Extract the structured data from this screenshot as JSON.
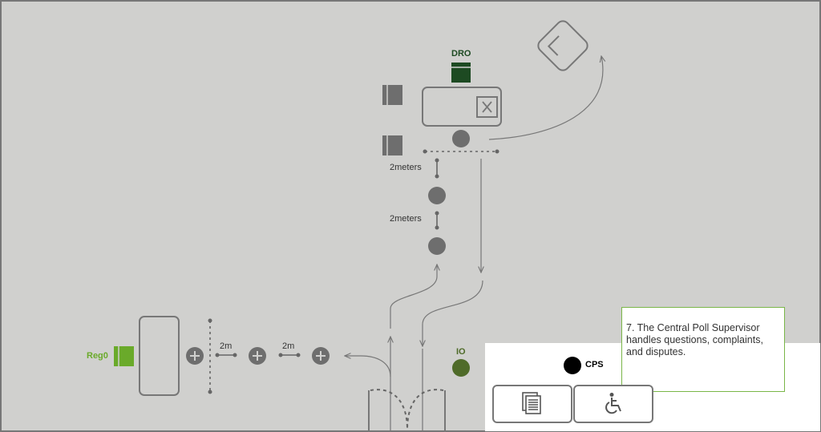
{
  "colors": {
    "floor": "#d0d0ce",
    "border": "#777777",
    "dro_green": "#1d4a22",
    "reg_green": "#6aaa2a",
    "io_green": "#4f6b29",
    "callout_border": "#7ab648",
    "cps_dot": "#000000",
    "marker_grey": "#6e6e6e"
  },
  "labels": {
    "dro": "DRO",
    "reg": "Reg0",
    "io": "IO",
    "cps": "CPS",
    "distance_a": "2meters",
    "distance_b": "2meters",
    "distance_c": "2m",
    "distance_d": "2m"
  },
  "callout": {
    "text": "7. The Central Poll Supervisor handles questions, complaints, and disputes."
  },
  "icons": {
    "ballot_box": "ballot-box-icon",
    "booth": "voting-booth-icon",
    "documents": "documents-icon",
    "accessible": "wheelchair-icon",
    "table_x": "close-icon",
    "plus": "plus-icon"
  }
}
